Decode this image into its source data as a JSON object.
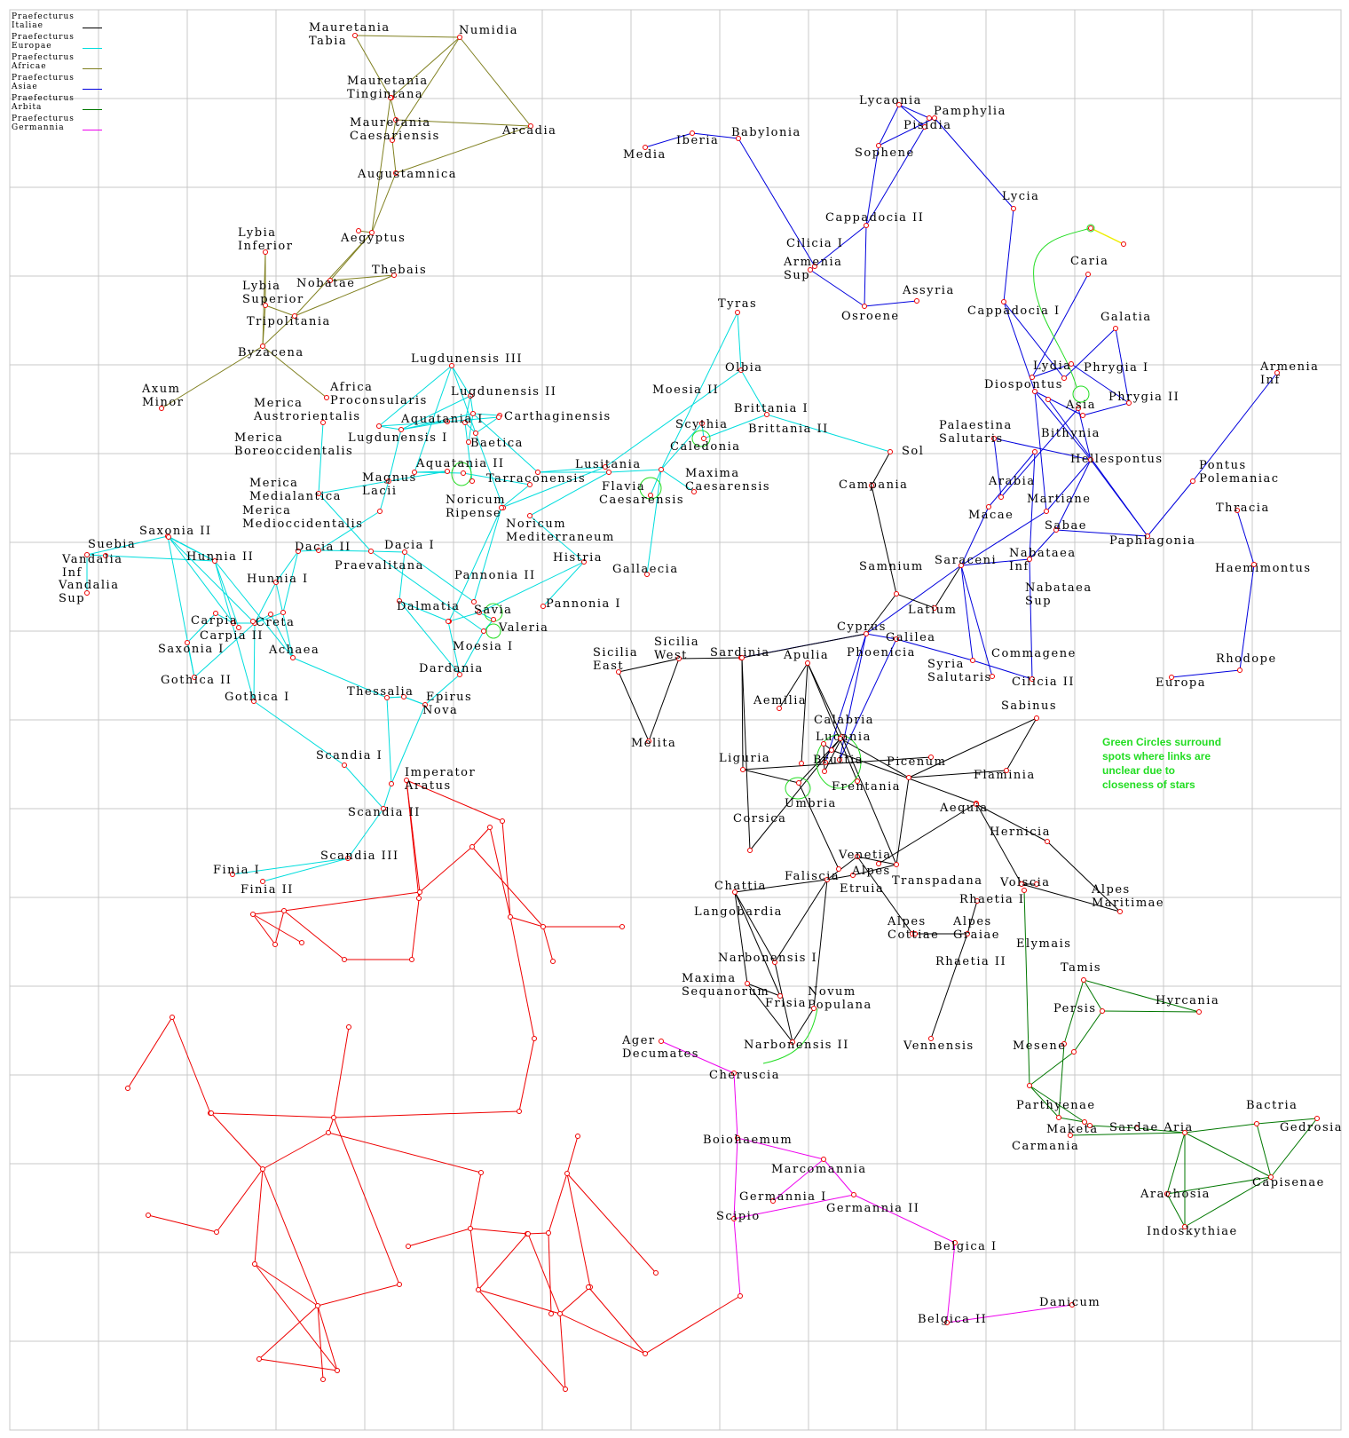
{
  "legend": [
    {
      "line1": "Praefecturus",
      "line2": "Italiae",
      "color": "#000000"
    },
    {
      "line1": "Praefecturus",
      "line2": "Europae",
      "color": "#00dddd"
    },
    {
      "line1": "Praefecturus",
      "line2": "Africae",
      "color": "#808020"
    },
    {
      "line1": "Praefecturus",
      "line2": "Asiae",
      "color": "#0000dd"
    },
    {
      "line1": "Praefecturus",
      "line2": "Arbita",
      "color": "#007700"
    },
    {
      "line1": "Praefecturus",
      "line2": "Germannia",
      "color": "#ee00ee"
    }
  ],
  "note": "Green Circles surround spots where links are unclear due to closeness of stars",
  "colors": {
    "italiae": "#000000",
    "europae": "#00dddd",
    "africae": "#808020",
    "asiae": "#0000dd",
    "arbita": "#007700",
    "germannia": "#ee00ee",
    "unclaimed": "#ee0000",
    "star": "#ee0000",
    "grid": "#c8c8c8",
    "circle": "#22dd22",
    "extra": "#eeee00"
  },
  "labels": {
    "africae": [
      "Mauretania",
      "Tabia",
      "Numidia",
      "Mauretania",
      "Tingintana",
      "Mauretania",
      "Caesariensis",
      "Arcadia",
      "Augustamnica",
      "Lybia",
      "Inferior",
      "Aegyptus",
      "Thebais",
      "Lybia",
      "Superior",
      "Nobatae",
      "Tripolitania",
      "Byzacena",
      "Axum",
      "Minor",
      "Africa",
      "Proconsularis"
    ],
    "europae": [
      "Lugdunensis III",
      "Lugdunensis II",
      "Merica",
      "Austrorientalis",
      "Aquatania I",
      "Carthaginensis",
      "Merica",
      "Boreoccidentalis",
      "Lugdunensis I",
      "Baetica",
      "Aquatania II",
      "Lusitania",
      "Merica",
      "Medialantica",
      "Magnus",
      "Lacii",
      "Tarraconensis",
      "Flavia",
      "Caesarensis",
      "Noricum",
      "Ripense",
      "Merica",
      "Medioccidentalis",
      "Noricum",
      "Mediterraneum",
      "Saxonia II",
      "Suebia",
      "Vandalia",
      "Inf",
      "Vandalia",
      "Sup",
      "Hunnia II",
      "Dacia II",
      "Dacia I",
      "Praevalitana",
      "Histria",
      "Gallaecia",
      "Hunnia I",
      "Pannonia II",
      "Pannonia I",
      "Dalmatia",
      "Savia",
      "Carpia",
      "Creta",
      "Valeria",
      "Carpia II",
      "Saxonia I",
      "Achaea",
      "Moesia I",
      "Gothica II",
      "Dardania",
      "Thessalia",
      "Epirus",
      "Nova",
      "Gothica I",
      "Scandia I",
      "Imperator",
      "Aratus",
      "Scandia II",
      "Scandia III",
      "Finia I",
      "Finia II",
      "Tyras",
      "Olbia",
      "Moesia II",
      "Brittania I",
      "Scythia",
      "Brittania II",
      "Caledonia",
      "Maxima",
      "Caesarensis"
    ],
    "asiae": [
      "Lycaonia",
      "Pamphylia",
      "Pisidia",
      "Sophene",
      "Babylonia",
      "Iberia",
      "Media",
      "Lycia",
      "Cappadocia II",
      "Cilicia I",
      "Armenia",
      "Sup",
      "Assyria",
      "Osroene",
      "Caria",
      "Cappadocia I",
      "Galatia",
      "Lydia",
      "Phrygia I",
      "Armenia",
      "Inf",
      "Diospontus",
      "Phrygia II",
      "Asia",
      "Palaestina",
      "Salutaris",
      "Bithynia",
      "Hellespontus",
      "Pontus",
      "Polemaniac",
      "Arabia",
      "Martiane",
      "Macae",
      "Sabae",
      "Thracia",
      "Paphlagonia",
      "Saraceni",
      "Nabataea",
      "Inf",
      "Nabataea",
      "Sup",
      "Haemimontus",
      "Cyprus",
      "Galilea",
      "Phoenicia",
      "Syria",
      "Salutaris",
      "Commagene",
      "Cilicia II",
      "Rhodope",
      "Europa"
    ],
    "italiae": [
      "Sol",
      "Campania",
      "Samnium",
      "Latium",
      "Sicilia",
      "East",
      "Sicilia",
      "West",
      "Sardinia",
      "Apulia",
      "Melita",
      "Aemilia",
      "Calabria",
      "Lucania",
      "Sabinus",
      "Liguria",
      "Bruttia",
      "Picenum",
      "Flaminia",
      "Frentania",
      "Umbria",
      "Corsica",
      "Aequia",
      "Hernicia",
      "Venetia",
      "Alpes",
      "Faliscia",
      "Etruia",
      "Transpadana",
      "Volscia",
      "Alpes",
      "Maritimae",
      "Rhaetia I",
      "Alpes",
      "Cottiae",
      "Alpes",
      "Graiae",
      "Rhaetia II",
      "Vennensis",
      "Chattia",
      "Langobardia",
      "Narbonensis I",
      "Maxima",
      "Sequanorum",
      "Novum",
      "Populana",
      "Frisia",
      "Narbonensis II"
    ],
    "arbita": [
      "Elymais",
      "Tamis",
      "Hyrcania",
      "Persis",
      "Mesene",
      "Parthyenae",
      "Maketa",
      "Sardae Aria",
      "Bactria",
      "Gedrosia",
      "Carmania",
      "Capisenae",
      "Arachosia",
      "Indoskythiae"
    ],
    "germannia": [
      "Ager",
      "Decumates",
      "Cheruscia",
      "Boiohaemum",
      "Marcomannia",
      "Germannia I",
      "Germannia II",
      "Scipio",
      "Belgica I",
      "Belgica II",
      "Danicum"
    ]
  }
}
